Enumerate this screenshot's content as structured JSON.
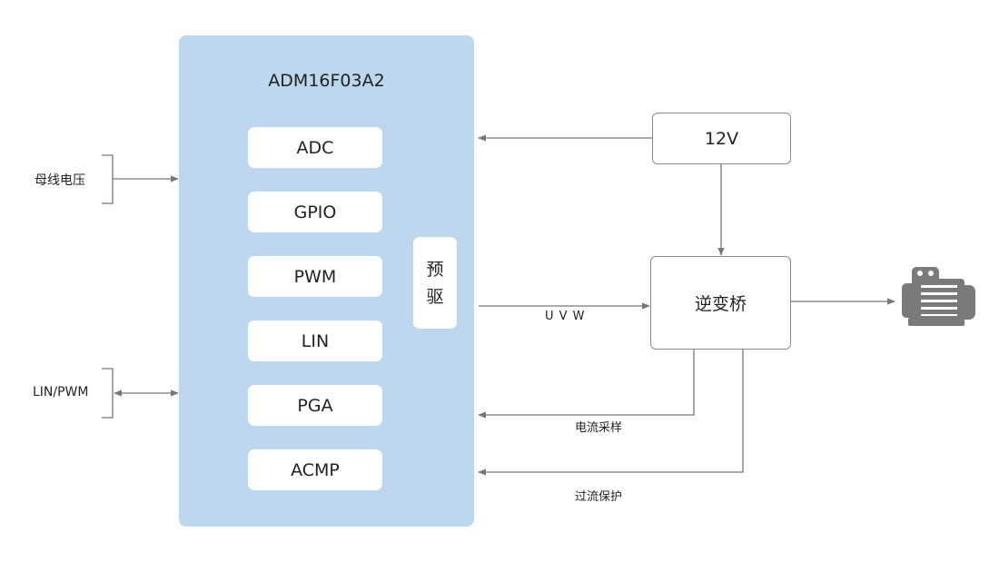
{
  "chip": {
    "title": "ADM16F03A2",
    "modules": [
      "ADC",
      "GPIO",
      "PWM",
      "LIN",
      "PGA",
      "ACMP"
    ],
    "predrive": [
      "预",
      "驱"
    ]
  },
  "power": {
    "label": "12V"
  },
  "inverter": {
    "label": "逆变桥"
  },
  "signals": {
    "bus_voltage": "母线电压",
    "lin_pwm": "LIN/PWM",
    "uvw": "U V W",
    "current_sampling": "电流采样",
    "overcurrent": "过流保护"
  },
  "motor": {
    "icon": "motor-icon"
  },
  "colors": {
    "chip_bg": "#bcd7ee",
    "line": "#777777",
    "box_border": "#8a8a8a",
    "motor": "#7a7a7a"
  }
}
